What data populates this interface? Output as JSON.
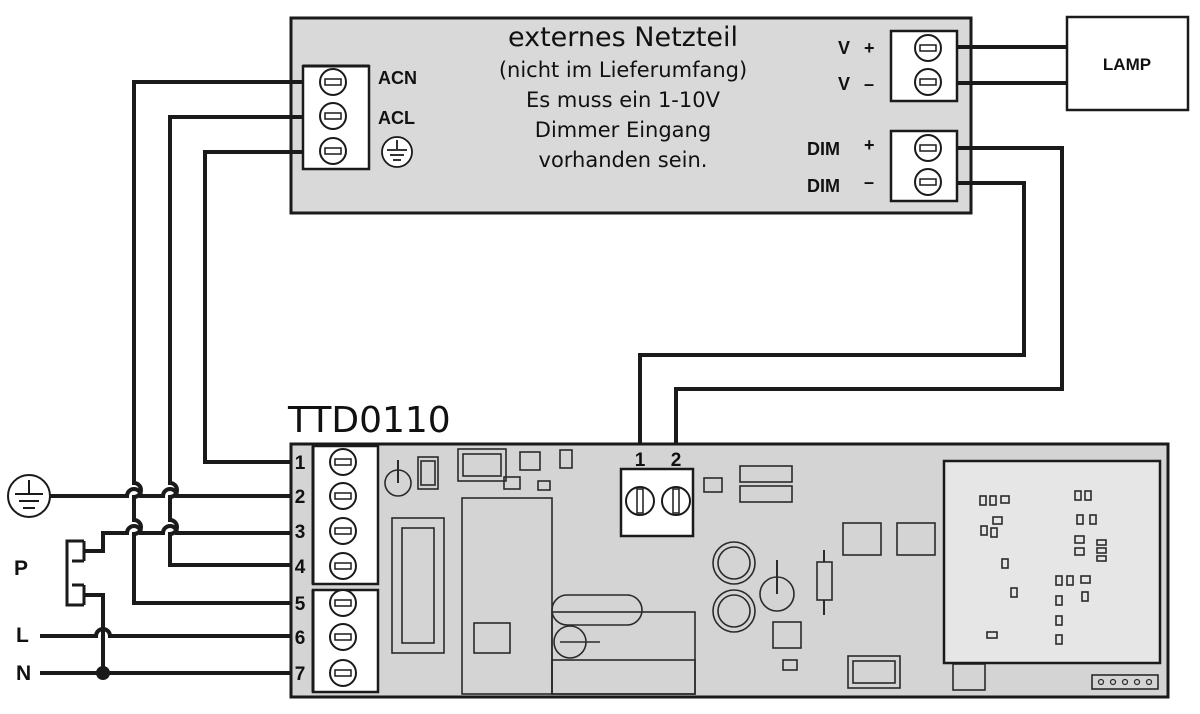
{
  "psu": {
    "title": "externes Netzteil",
    "line1": "(nicht im Lieferumfang)",
    "line2": "Es muss ein 1-10V",
    "line3": "Dimmer Eingang",
    "line4": "vorhanden sein.",
    "acn": "ACN",
    "acl": "ACL",
    "v_plus_label": "V",
    "v_plus_sign": "+",
    "v_minus_label": "V",
    "v_minus_sign": "–",
    "dim_plus_label": "DIM",
    "dim_plus_sign": "+",
    "dim_minus_label": "DIM",
    "dim_minus_sign": "–"
  },
  "lamp": {
    "label": "LAMP"
  },
  "module": {
    "title": "TTD0110",
    "terminals": [
      "1",
      "2",
      "3",
      "4",
      "5",
      "6",
      "7"
    ],
    "dim_terminals": [
      "1",
      "2"
    ]
  },
  "left": {
    "p_label": "P",
    "l_label": "L",
    "n_label": "N"
  }
}
